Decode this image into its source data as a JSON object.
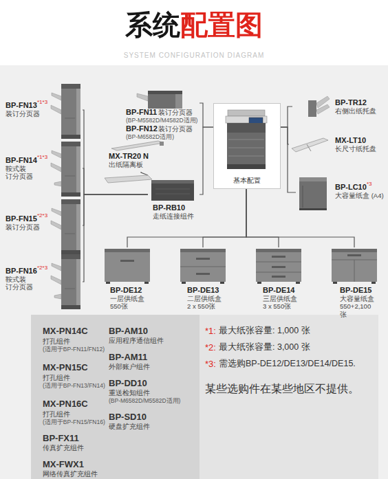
{
  "diagram": {
    "title": "系统配置图",
    "caption": "SYSTEM CONFIGURATION DIAGRAM",
    "nodes": [
      {
        "text": [
          "BP-FN13",
          "*1*3",
          "装订分页器"
        ]
      },
      {
        "text": [
          "BP-FN14",
          "*1*3",
          "鞍式装 订分页器"
        ]
      },
      {
        "text": [
          "BP-FN15",
          "*2*3",
          "装订分页器"
        ]
      },
      {
        "text": [
          "BP-FN16",
          "*2*3",
          "鞍式装 订分页器"
        ]
      },
      {
        "text": [
          "BP-FN11",
          "装订分页器",
          "(BP-M5582D/M4582D适用)",
          "BP-FN12",
          "装订分页器",
          "(BP-M6582D适用)"
        ]
      },
      {
        "text": [
          "MX-TR20 N",
          "出纸隔离板"
        ]
      },
      {
        "text": [
          "BP-RB10",
          "走纸连接组件"
        ]
      },
      {
        "text": [
          "基本配置"
        ]
      },
      {
        "text": [
          "BP-TR12",
          "右侧出纸托盘"
        ]
      },
      {
        "text": [
          "MX-LT10",
          "长尺寸纸托盘"
        ]
      },
      {
        "text": [
          "BP-LC10",
          "*3",
          "大容量纸盒 (A4)"
        ]
      },
      {
        "text": [
          "BP-DE12",
          "一层供纸盒 550张"
        ]
      },
      {
        "text": [
          "BP-DE13",
          "二层供纸盒 2 x 550张"
        ]
      },
      {
        "text": [
          "BP-DE14",
          "三层供纸盒 3 x 550张"
        ]
      },
      {
        "text": [
          "BP-DE15",
          "大容量纸盒 550+2,100张"
        ]
      }
    ],
    "edges": [
      {
        "from": 0,
        "to": 6,
        "arrow": "none"
      },
      {
        "from": 1,
        "to": 6,
        "arrow": "none"
      },
      {
        "from": 2,
        "to": 6,
        "arrow": "none"
      },
      {
        "from": 3,
        "to": 6,
        "arrow": "none"
      },
      {
        "from": 5,
        "to": 6,
        "arrow": "none"
      },
      {
        "from": 6,
        "to": 7,
        "arrow": "none"
      },
      {
        "from": 4,
        "to": 7,
        "arrow": "none"
      },
      {
        "from": 7,
        "to": 8,
        "arrow": "none"
      },
      {
        "from": 7,
        "to": 9,
        "arrow": "none"
      },
      {
        "from": 7,
        "to": 10,
        "arrow": "none"
      },
      {
        "from": 7,
        "to": 11,
        "arrow": "none"
      },
      {
        "from": 7,
        "to": 12,
        "arrow": "none"
      },
      {
        "from": 7,
        "to": 13,
        "arrow": "none"
      },
      {
        "from": 7,
        "to": 14,
        "arrow": "none"
      }
    ],
    "labels": [
      "MX-PN14C",
      "打孔组件",
      "(适用于BP-FN11/FN12)",
      "MX-PN15C",
      "打孔组件",
      "(适用于BP-FN13/FN14)",
      "MX-PN16C",
      "打孔组件",
      "(适用于BP-FN15/FN16)",
      "BP-FX11",
      "传真扩充组件",
      "MX-FWX1",
      "网络传真扩充组件",
      "BP-AM10",
      "应用程序通信组件",
      "BP-AM11",
      "外部账户组件",
      "BP-DD10",
      "重送检知组件",
      "(BP-M6582D/M5582D适用)",
      "BP-SD10",
      "硬盘扩充组件",
      "*1:",
      "最大纸张容量: 1,000 张",
      "*2:",
      "最大纸张容量: 3,000 张",
      "*3:",
      "需选购BP-DE12/DE13/DE14/DE15.",
      "某些选购件在某些地区不提供。"
    ]
  }
}
